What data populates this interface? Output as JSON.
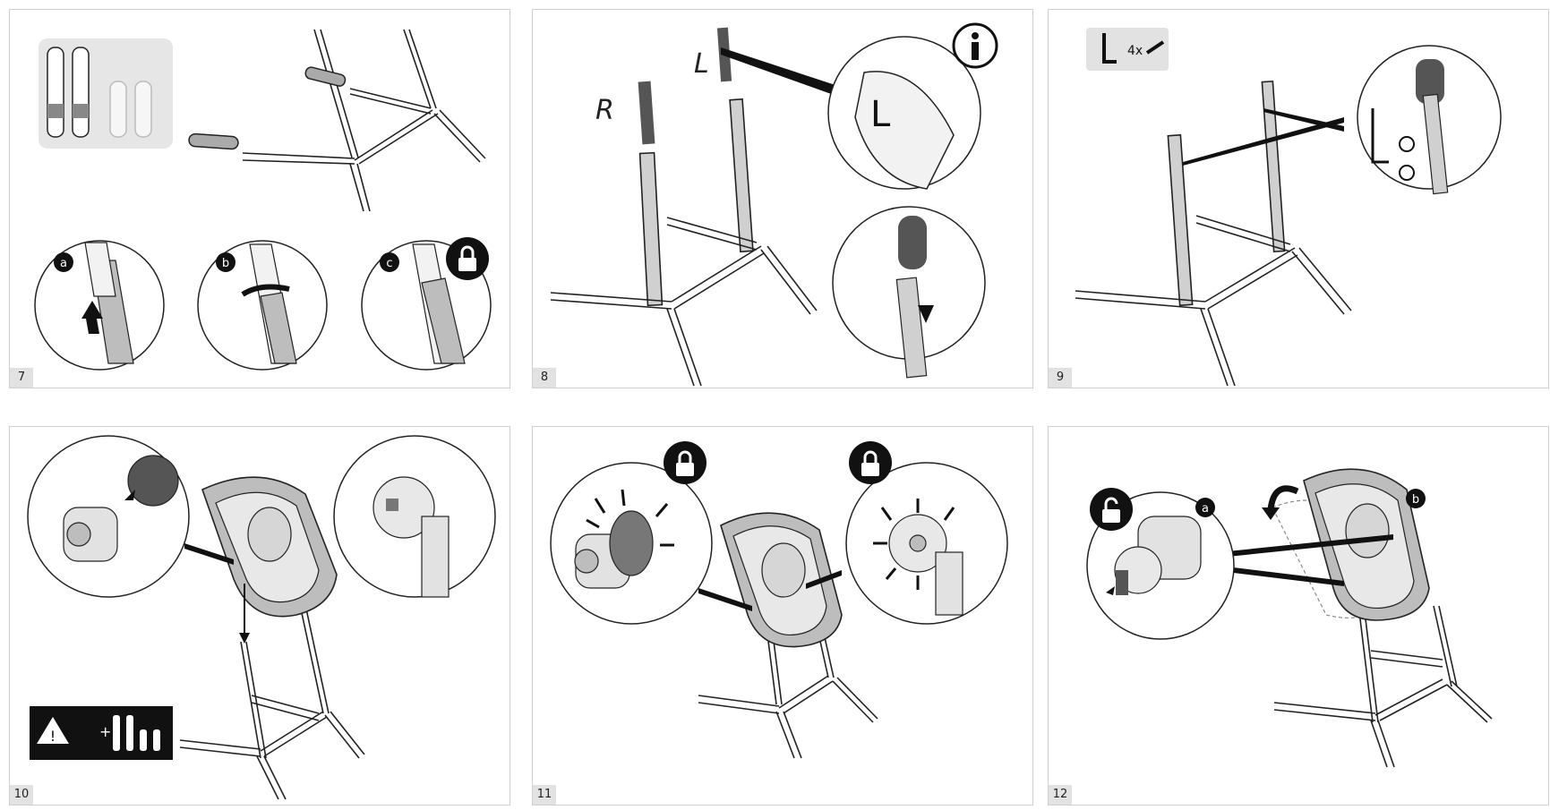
{
  "panels": [
    {
      "step": "7",
      "labels": [
        "a",
        "b",
        "c"
      ]
    },
    {
      "step": "8",
      "labels": [
        "R",
        "L"
      ]
    },
    {
      "step": "9",
      "labels": [
        "4x"
      ]
    },
    {
      "step": "10",
      "labels": [
        "+"
      ]
    },
    {
      "step": "11",
      "labels": []
    },
    {
      "step": "12",
      "labels": [
        "a",
        "b"
      ]
    }
  ],
  "icons": [
    "tube-set-icon",
    "unlock-icon",
    "lock-icon",
    "info-icon",
    "allen-key-icon",
    "screw-icon",
    "warning-icon",
    "arrow-icon"
  ],
  "colors": {
    "frame_border": "#cfcfcf",
    "step_badge": "#e2e2e2",
    "ink": "#222222",
    "tube_fill": "#bdbdbd"
  }
}
